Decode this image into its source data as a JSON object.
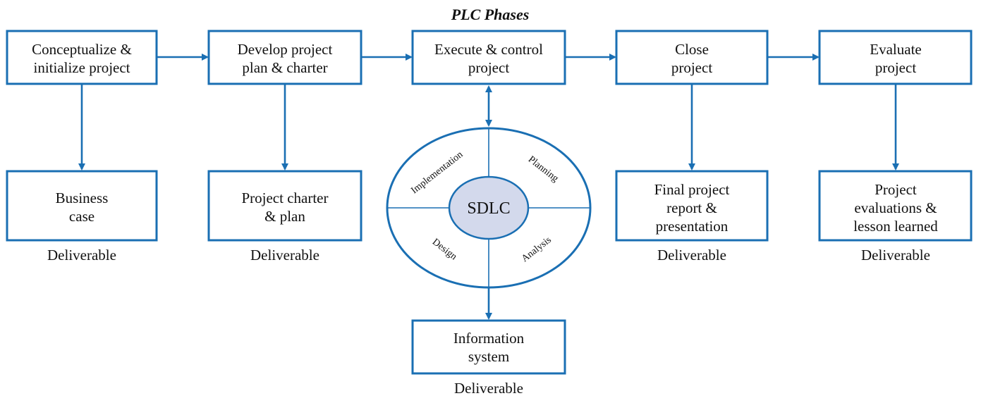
{
  "title": "PLC Phases",
  "phases": [
    {
      "id": "conceptualize",
      "lines": [
        "Conceptualize &",
        "initialize project"
      ]
    },
    {
      "id": "develop",
      "lines": [
        "Develop project",
        "plan & charter"
      ]
    },
    {
      "id": "execute",
      "lines": [
        "Execute & control",
        "project"
      ]
    },
    {
      "id": "close",
      "lines": [
        "Close",
        "project"
      ]
    },
    {
      "id": "evaluate",
      "lines": [
        "Evaluate",
        "project"
      ]
    }
  ],
  "deliverables": [
    {
      "id": "business-case",
      "lines": [
        "Business",
        "case"
      ],
      "label": "Deliverable"
    },
    {
      "id": "project-charter",
      "lines": [
        "Project charter",
        "& plan"
      ],
      "label": "Deliverable"
    },
    {
      "id": "final-report",
      "lines": [
        "Final project",
        "report &",
        "presentation"
      ],
      "label": "Deliverable"
    },
    {
      "id": "project-evaluations",
      "lines": [
        "Project",
        "evaluations &",
        "lesson learned"
      ],
      "label": "Deliverable"
    },
    {
      "id": "information-system",
      "lines": [
        "Information",
        "system"
      ],
      "label": "Deliverable"
    }
  ],
  "sdlc": {
    "core": "SDLC",
    "quadrants": [
      "Implementation",
      "Planning",
      "Design",
      "Analysis"
    ]
  },
  "colors": {
    "stroke": "#1a6fb3",
    "core_fill": "#d3d9ec",
    "text": "#111111"
  }
}
